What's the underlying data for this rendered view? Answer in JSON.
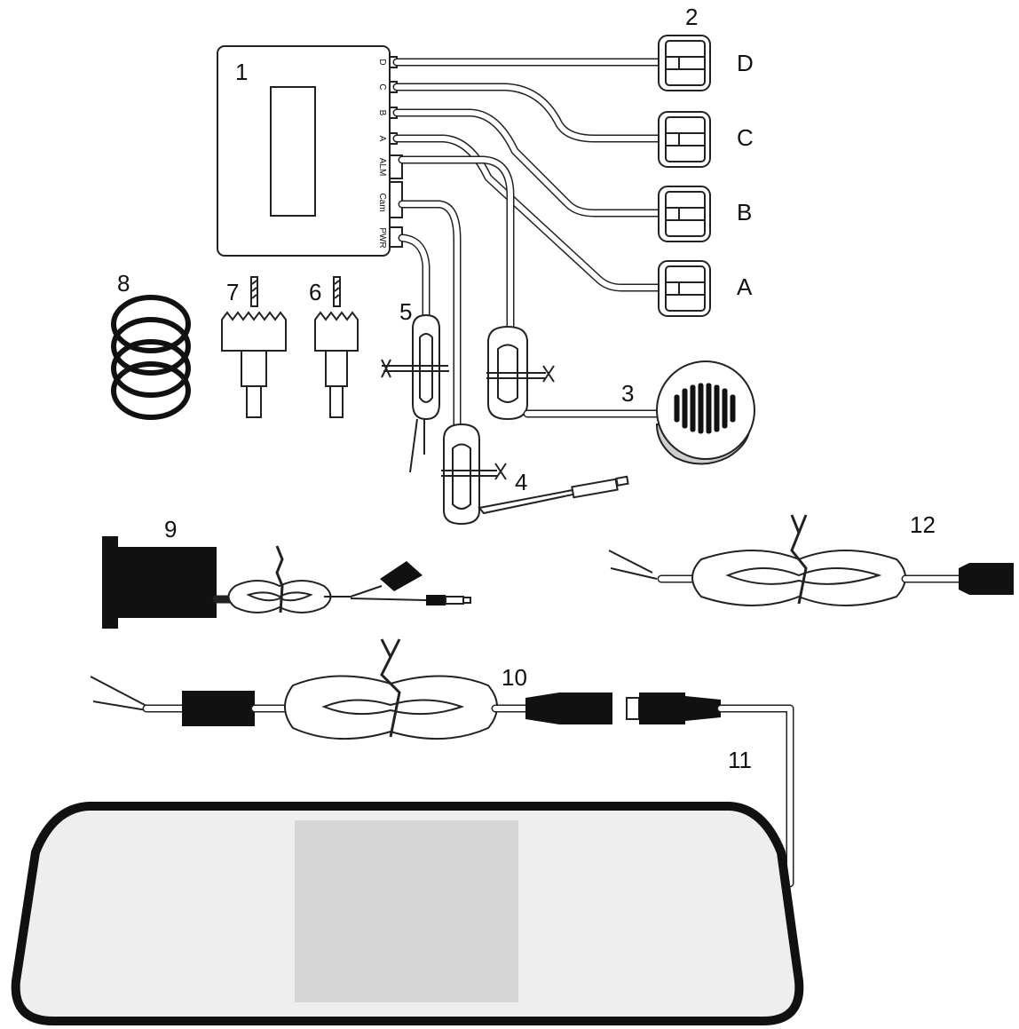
{
  "labels": {
    "n1": "1",
    "n2": "2",
    "n3": "3",
    "n4": "4",
    "n5": "5",
    "n6": "6",
    "n7": "7",
    "n8": "8",
    "n9": "9",
    "n10": "10",
    "n11": "11",
    "n12": "12"
  },
  "ports": {
    "d": "D",
    "c": "C",
    "b": "B",
    "a": "A",
    "alm": "ALM",
    "cam": "Cam",
    "pwr": "PWR"
  },
  "sensors": {
    "d": "D",
    "c": "C",
    "b": "B",
    "a": "A"
  },
  "colors": {
    "line": "#222222",
    "screen": "#d6d6d6",
    "mirror": "#eeeeee",
    "dark": "#111111",
    "speaker_base": "#cfcfcf"
  }
}
